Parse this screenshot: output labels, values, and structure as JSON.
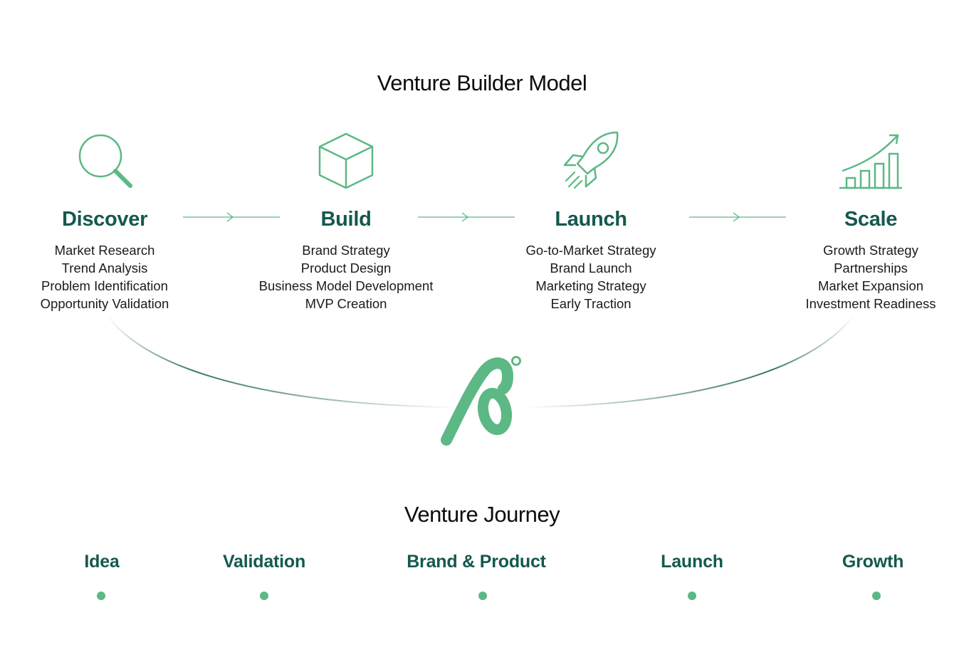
{
  "model_title": "Venture Builder Model",
  "stages": [
    {
      "name": "Discover",
      "icon": "magnifier-icon",
      "items": [
        "Market Research",
        "Trend Analysis",
        "Problem Identification",
        "Opportunity Validation"
      ]
    },
    {
      "name": "Build",
      "icon": "cube-icon",
      "items": [
        "Brand Strategy",
        "Product Design",
        "Business Model Development",
        "MVP Creation"
      ]
    },
    {
      "name": "Launch",
      "icon": "rocket-icon",
      "items": [
        "Go-to-Market Strategy",
        "Brand Launch",
        "Marketing Strategy",
        "Early Traction"
      ]
    },
    {
      "name": "Scale",
      "icon": "growth-chart-icon",
      "items": [
        "Growth Strategy",
        "Partnerships",
        "Market Expansion",
        "Investment Readiness"
      ]
    }
  ],
  "journey_title": "Venture Journey",
  "journey_steps": [
    "Idea",
    "Validation",
    "Brand & Product",
    "Launch",
    "Growth"
  ],
  "colors": {
    "heading_green": "#13594f",
    "accent_green": "#5cb884",
    "text": "#1b1b1b"
  }
}
